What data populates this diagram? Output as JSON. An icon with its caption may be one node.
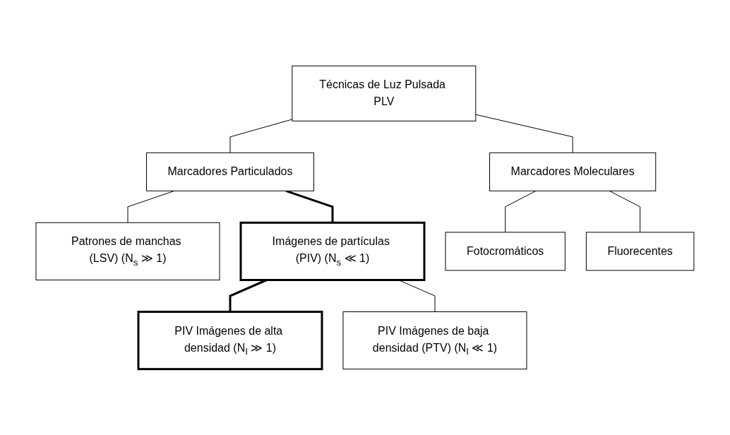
{
  "diagram": {
    "nodes": [
      {
        "text": [
          "Técnicas de Luz Pulsada PLV"
        ]
      },
      {
        "text": [
          "Marcadores Particulados"
        ]
      },
      {
        "text": [
          "Marcadores Moleculares"
        ]
      },
      {
        "text": [
          "Patrones de manchas (LSV) (N$_{s}$ ≫ 1)"
        ]
      },
      {
        "text": [
          "Imágenes de partículas (PIV) (N$_{s}$ ≪ 1)"
        ]
      },
      {
        "text": [
          "Fotocromáticos"
        ]
      },
      {
        "text": [
          "Fluorecentes"
        ]
      },
      {
        "text": [
          "PIV Imágenes de alta densidad (N$_{I}$ ≫ 1)"
        ]
      },
      {
        "text": [
          "PIV Imágenes de baja densidad (PTV) (N$_{I}$ ≪ 1)"
        ]
      }
    ],
    "edges": [
      {
        "from": 0,
        "to": 1,
        "arrow": "none"
      },
      {
        "from": 0,
        "to": 2,
        "arrow": "none"
      },
      {
        "from": 1,
        "to": 3,
        "arrow": "none"
      },
      {
        "from": 1,
        "to": 4,
        "arrow": "none",
        "style": "thick"
      },
      {
        "from": 2,
        "to": 5,
        "arrow": "none"
      },
      {
        "from": 2,
        "to": 6,
        "arrow": "none"
      },
      {
        "from": 4,
        "to": 7,
        "arrow": "none",
        "style": "thick"
      },
      {
        "from": 4,
        "to": 8,
        "arrow": "none"
      }
    ]
  }
}
